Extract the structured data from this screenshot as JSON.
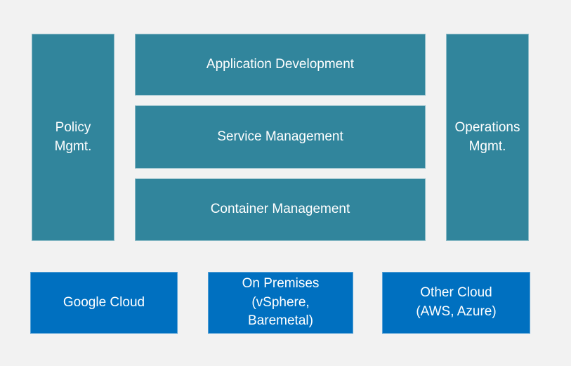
{
  "colors": {
    "background": "#f2f2f2",
    "teal": "#31859C",
    "blue": "#0070C0",
    "label": "#ffffff"
  },
  "pillars": {
    "left": {
      "label": "Policy\nMgmt."
    },
    "right": {
      "label": "Operations\nMgmt."
    }
  },
  "layers": [
    {
      "label": "Application Development"
    },
    {
      "label": "Service Management"
    },
    {
      "label": "Container Management"
    }
  ],
  "infrastructure": [
    {
      "label": "Google Cloud"
    },
    {
      "label": "On Premises\n(vSphere,\nBaremetal)"
    },
    {
      "label": "Other Cloud\n(AWS, Azure)"
    }
  ]
}
